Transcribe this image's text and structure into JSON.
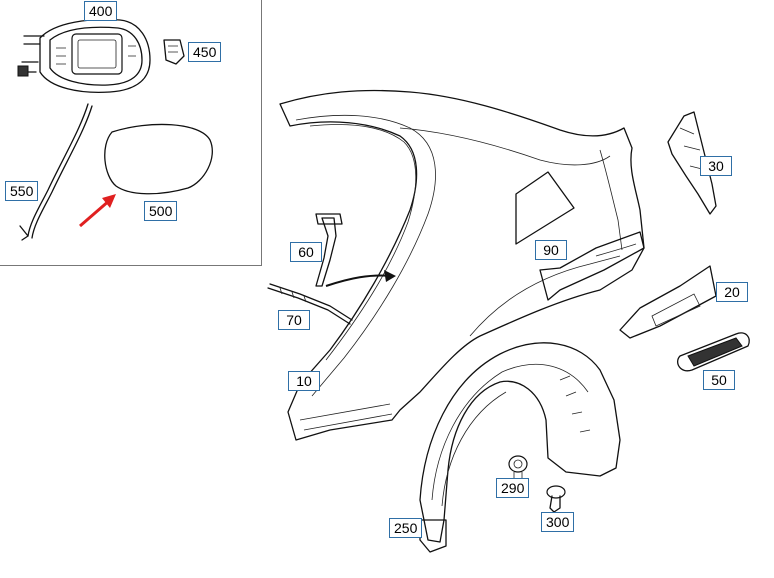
{
  "diagram": {
    "callouts": [
      {
        "id": "400",
        "label": "400"
      },
      {
        "id": "450",
        "label": "450"
      },
      {
        "id": "550",
        "label": "550"
      },
      {
        "id": "500",
        "label": "500"
      },
      {
        "id": "60",
        "label": "60"
      },
      {
        "id": "70",
        "label": "70"
      },
      {
        "id": "10",
        "label": "10"
      },
      {
        "id": "90",
        "label": "90"
      },
      {
        "id": "30",
        "label": "30"
      },
      {
        "id": "20",
        "label": "20"
      },
      {
        "id": "50",
        "label": "50"
      },
      {
        "id": "290",
        "label": "290"
      },
      {
        "id": "300",
        "label": "300"
      },
      {
        "id": "250",
        "label": "250"
      }
    ],
    "colors": {
      "callout_border": "#2f6fa6",
      "highlight_arrow": "#e02020",
      "line": "#111111"
    }
  }
}
